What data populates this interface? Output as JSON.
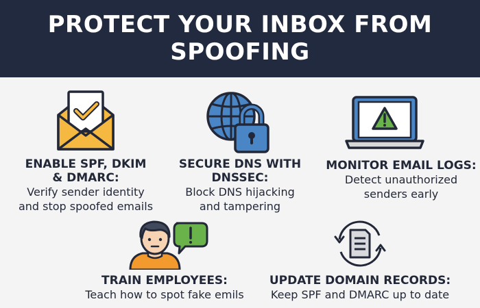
{
  "header": {
    "title_line1": "PROTECT YOUR INBOX FROM",
    "title_line2": "SPOOFING"
  },
  "colors": {
    "header_bg": "#212a3e",
    "background": "#f4f4f4",
    "envelope_yellow": "#f5b841",
    "globe_blue": "#4a86c5",
    "alert_green": "#6ab34a",
    "shirt_orange": "#f29a2e",
    "skin": "#f7d3b4"
  },
  "items": [
    {
      "icon": "envelope-check-icon",
      "title_line1": "ENABLE SPF, DKIM",
      "title_line2": "& DMARC:",
      "desc_line1": "Verify sender identity",
      "desc_line2": "and stop spoofed emails"
    },
    {
      "icon": "globe-lock-icon",
      "title_line1": "SECURE DNS WITH",
      "title_line2": "DNSSEC:",
      "desc_line1": "Block DNS hijacking",
      "desc_line2": "and tampering"
    },
    {
      "icon": "laptop-warning-icon",
      "title_line1": "MONITOR EMAIL LOGS:",
      "desc_line1": "Detect unauthorized",
      "desc_line2": "senders early"
    },
    {
      "icon": "employee-alert-icon",
      "title_line1": "TRAIN EMPLOYEES:",
      "desc_line1": "Teach how to spot fake emils"
    },
    {
      "icon": "document-refresh-icon",
      "title_line1": "UPDATE DOMAIN RECORDS:",
      "desc_line1": "Keep SPF and DMARC up to date"
    }
  ]
}
